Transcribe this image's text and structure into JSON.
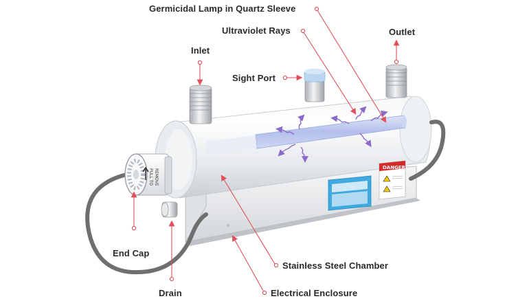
{
  "labels": {
    "germicidal_lamp": "Germicidal Lamp in Quartz Sleeve",
    "ultraviolet_rays": "Ultraviolet Rays",
    "outlet": "Outlet",
    "inlet": "Inlet",
    "sight_port": "Sight Port",
    "end_cap": "End Cap",
    "stainless_steel_chamber": "Stainless Steel Chamber",
    "drain": "Drain",
    "electrical_enclosure": "Electrical Enclosure"
  },
  "end_cap_text": {
    "line1": "PULL TO",
    "line2": "REMOVE"
  },
  "warning_label": {
    "title": "DANGER"
  },
  "colors": {
    "callout": "#e0505a",
    "uv_rays": "#8a6bc9",
    "lamp": "#b7c3ea",
    "cable": "#6f6f6f",
    "label_panel": "#3fa9e0",
    "danger": "#d62a2a"
  }
}
